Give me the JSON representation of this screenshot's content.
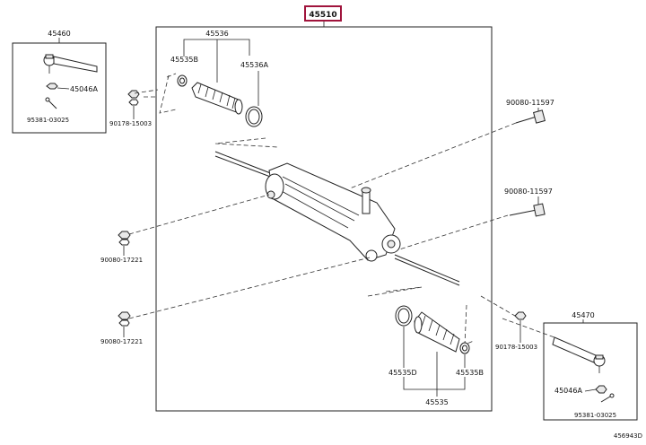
{
  "labels": {
    "main_assembly": "45510",
    "boot_assembly_top": "45536",
    "clamp_top": "45535B",
    "clip_top": "45536A",
    "tie_rod_end_left": "45460",
    "nut_left": "45046A",
    "cotter_pin_left": "95381-03025",
    "lock_nut_left": "90178-15003",
    "bolt_upper_right": "90080-11597",
    "bolt_lower_right": "90080-11597",
    "nut_mount_upper": "90080-17221",
    "nut_mount_lower": "90080-17221",
    "boot_clamp_bottom": "45535D",
    "clip_bottom": "45535B",
    "boot_assembly_bottom": "45535",
    "tie_rod_end_right": "45470",
    "lock_nut_right": "90178-15003",
    "nut_right": "45046A",
    "cotter_pin_right": "95381-03025",
    "diagram_code": "456943D"
  },
  "colors": {
    "highlight_box": "#a0143c",
    "line": "#222222"
  }
}
